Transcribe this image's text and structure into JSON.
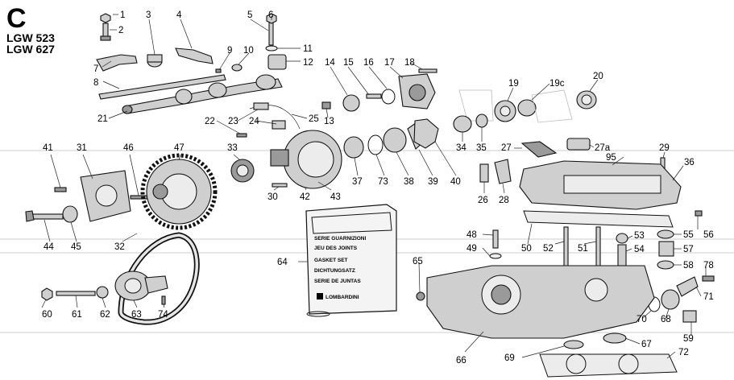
{
  "header": {
    "section_letter": "C",
    "models": [
      "LGW 523",
      "LGW 627"
    ]
  },
  "gasket_set": {
    "lines": [
      "SERIE GUARNIZIONI",
      "JEU DES JOINTS",
      "GASKET SET",
      "DICHTUNGSATZ",
      "SERIE DE JUNTAS"
    ],
    "brand": "LOMBARDINI"
  },
  "callouts": [
    {
      "id": "c1",
      "label": "1"
    },
    {
      "id": "c2",
      "label": "2"
    },
    {
      "id": "c3",
      "label": "3"
    },
    {
      "id": "c4",
      "label": "4"
    },
    {
      "id": "c5",
      "label": "5"
    },
    {
      "id": "c6",
      "label": "6"
    },
    {
      "id": "c7",
      "label": "7"
    },
    {
      "id": "c8",
      "label": "8"
    },
    {
      "id": "c9",
      "label": "9"
    },
    {
      "id": "c10",
      "label": "10"
    },
    {
      "id": "c11",
      "label": "11"
    },
    {
      "id": "c12",
      "label": "12"
    },
    {
      "id": "c13",
      "label": "13"
    },
    {
      "id": "c14",
      "label": "14"
    },
    {
      "id": "c15",
      "label": "15"
    },
    {
      "id": "c16",
      "label": "16"
    },
    {
      "id": "c17",
      "label": "17"
    },
    {
      "id": "c18",
      "label": "18"
    },
    {
      "id": "c19",
      "label": "19"
    },
    {
      "id": "c19c",
      "label": "19c"
    },
    {
      "id": "c20",
      "label": "20"
    },
    {
      "id": "c21",
      "label": "21"
    },
    {
      "id": "c22",
      "label": "22"
    },
    {
      "id": "c23",
      "label": "23"
    },
    {
      "id": "c24",
      "label": "24"
    },
    {
      "id": "c25",
      "label": "25"
    },
    {
      "id": "c26",
      "label": "26"
    },
    {
      "id": "c27",
      "label": "27"
    },
    {
      "id": "c27a",
      "label": "27a"
    },
    {
      "id": "c28",
      "label": "28"
    },
    {
      "id": "c29",
      "label": "29"
    },
    {
      "id": "c30",
      "label": "30"
    },
    {
      "id": "c31",
      "label": "31"
    },
    {
      "id": "c32",
      "label": "32"
    },
    {
      "id": "c33",
      "label": "33"
    },
    {
      "id": "c34",
      "label": "34"
    },
    {
      "id": "c35",
      "label": "35"
    },
    {
      "id": "c36",
      "label": "36"
    },
    {
      "id": "c37",
      "label": "37"
    },
    {
      "id": "c38",
      "label": "38"
    },
    {
      "id": "c39",
      "label": "39"
    },
    {
      "id": "c40",
      "label": "40"
    },
    {
      "id": "c41",
      "label": "41"
    },
    {
      "id": "c42",
      "label": "42"
    },
    {
      "id": "c43",
      "label": "43"
    },
    {
      "id": "c44",
      "label": "44"
    },
    {
      "id": "c45",
      "label": "45"
    },
    {
      "id": "c46",
      "label": "46"
    },
    {
      "id": "c47",
      "label": "47"
    },
    {
      "id": "c48",
      "label": "48"
    },
    {
      "id": "c49",
      "label": "49"
    },
    {
      "id": "c50",
      "label": "50"
    },
    {
      "id": "c51",
      "label": "51"
    },
    {
      "id": "c52",
      "label": "52"
    },
    {
      "id": "c53",
      "label": "53"
    },
    {
      "id": "c54",
      "label": "54"
    },
    {
      "id": "c55",
      "label": "55"
    },
    {
      "id": "c56",
      "label": "56"
    },
    {
      "id": "c57",
      "label": "57"
    },
    {
      "id": "c58",
      "label": "58"
    },
    {
      "id": "c59",
      "label": "59"
    },
    {
      "id": "c60",
      "label": "60"
    },
    {
      "id": "c61",
      "label": "61"
    },
    {
      "id": "c62",
      "label": "62"
    },
    {
      "id": "c63",
      "label": "63"
    },
    {
      "id": "c64",
      "label": "64"
    },
    {
      "id": "c65",
      "label": "65"
    },
    {
      "id": "c66",
      "label": "66"
    },
    {
      "id": "c67",
      "label": "67"
    },
    {
      "id": "c68",
      "label": "68"
    },
    {
      "id": "c69",
      "label": "69"
    },
    {
      "id": "c70",
      "label": "70"
    },
    {
      "id": "c71",
      "label": "71"
    },
    {
      "id": "c72",
      "label": "72"
    },
    {
      "id": "c73",
      "label": "73"
    },
    {
      "id": "c74",
      "label": "74"
    },
    {
      "id": "c78",
      "label": "78"
    },
    {
      "id": "c95",
      "label": "95"
    }
  ]
}
